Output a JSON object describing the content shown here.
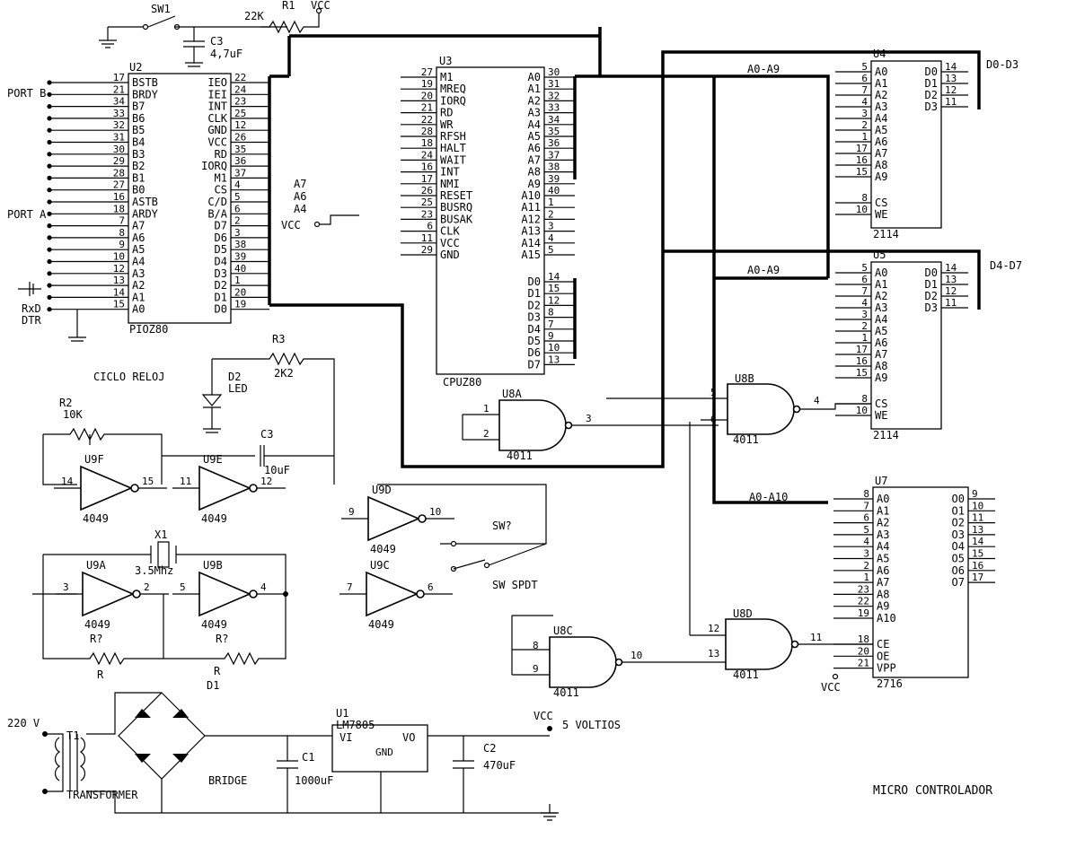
{
  "title": "MICRO CONTROLADOR",
  "switch_top": {
    "label": "SW1"
  },
  "r1": {
    "label": "R1",
    "value": "22K",
    "rail": "VCC"
  },
  "c3_top": {
    "label": "C3",
    "value": "4,7uF"
  },
  "pio": {
    "name": "U2",
    "part": "PIOZ80",
    "left_pins": [
      {
        "num": "17",
        "name": "BSTB"
      },
      {
        "num": "21",
        "name": "BRDY"
      },
      {
        "num": "34",
        "name": "B7"
      },
      {
        "num": "33",
        "name": "B6"
      },
      {
        "num": "32",
        "name": "B5"
      },
      {
        "num": "31",
        "name": "B4"
      },
      {
        "num": "30",
        "name": "B3"
      },
      {
        "num": "29",
        "name": "B2"
      },
      {
        "num": "28",
        "name": "B1"
      },
      {
        "num": "27",
        "name": "B0"
      },
      {
        "num": "16",
        "name": "ASTB"
      },
      {
        "num": "18",
        "name": "ARDY"
      },
      {
        "num": "7",
        "name": "A7"
      },
      {
        "num": "8",
        "name": "A6"
      },
      {
        "num": "9",
        "name": "A5"
      },
      {
        "num": "10",
        "name": "A4"
      },
      {
        "num": "12",
        "name": "A3"
      },
      {
        "num": "13",
        "name": "A2"
      },
      {
        "num": "14",
        "name": "A1"
      },
      {
        "num": "15",
        "name": "A0"
      }
    ],
    "right_pins": [
      {
        "num": "22",
        "name": "IEO"
      },
      {
        "num": "24",
        "name": "IEI"
      },
      {
        "num": "23",
        "name": "INT"
      },
      {
        "num": "25",
        "name": "CLK"
      },
      {
        "num": "12",
        "name": "GND"
      },
      {
        "num": "26",
        "name": "VCC"
      },
      {
        "num": "35",
        "name": "RD"
      },
      {
        "num": "36",
        "name": "IORQ"
      },
      {
        "num": "37",
        "name": "M1"
      },
      {
        "num": "4",
        "name": "CS"
      },
      {
        "num": "5",
        "name": "C/D"
      },
      {
        "num": "6",
        "name": "B/A"
      },
      {
        "num": "2",
        "name": "D7"
      },
      {
        "num": "3",
        "name": "D6"
      },
      {
        "num": "38",
        "name": "D5"
      },
      {
        "num": "39",
        "name": "D4"
      },
      {
        "num": "40",
        "name": "D3"
      },
      {
        "num": "1",
        "name": "D2"
      },
      {
        "num": "20",
        "name": "D1"
      },
      {
        "num": "19",
        "name": "D0"
      }
    ]
  },
  "port_labels": {
    "b": "PORT B",
    "a": "PORT A",
    "rxd": "RxD",
    "dtr": "DTR"
  },
  "addr_taps": {
    "a7": "A7",
    "a6": "A6",
    "a4": "A4",
    "vcc": "VCC"
  },
  "cpu": {
    "name": "U3",
    "part": "CPUZ80",
    "left_pins": [
      {
        "num": "27",
        "name": "M1"
      },
      {
        "num": "19",
        "name": "MREQ"
      },
      {
        "num": "20",
        "name": "IORQ"
      },
      {
        "num": "21",
        "name": "RD"
      },
      {
        "num": "22",
        "name": "WR"
      },
      {
        "num": "28",
        "name": "RFSH"
      },
      {
        "num": "18",
        "name": "HALT"
      },
      {
        "num": "24",
        "name": "WAIT"
      },
      {
        "num": "16",
        "name": "INT"
      },
      {
        "num": "17",
        "name": "NMI"
      },
      {
        "num": "26",
        "name": "RESET"
      },
      {
        "num": "25",
        "name": "BUSRQ"
      },
      {
        "num": "23",
        "name": "BUSAK"
      },
      {
        "num": "6",
        "name": "CLK"
      },
      {
        "num": "11",
        "name": "VCC"
      },
      {
        "num": "29",
        "name": "GND"
      }
    ],
    "addr_pins": [
      {
        "num": "30",
        "name": "A0"
      },
      {
        "num": "31",
        "name": "A1"
      },
      {
        "num": "32",
        "name": "A2"
      },
      {
        "num": "33",
        "name": "A3"
      },
      {
        "num": "34",
        "name": "A4"
      },
      {
        "num": "35",
        "name": "A5"
      },
      {
        "num": "36",
        "name": "A6"
      },
      {
        "num": "37",
        "name": "A7"
      },
      {
        "num": "38",
        "name": "A8"
      },
      {
        "num": "39",
        "name": "A9"
      },
      {
        "num": "40",
        "name": "A10"
      },
      {
        "num": "1",
        "name": "A11"
      },
      {
        "num": "2",
        "name": "A12"
      },
      {
        "num": "3",
        "name": "A13"
      },
      {
        "num": "4",
        "name": "A14"
      },
      {
        "num": "5",
        "name": "A15"
      }
    ],
    "data_pins": [
      {
        "num": "14",
        "name": "D0"
      },
      {
        "num": "15",
        "name": "D1"
      },
      {
        "num": "12",
        "name": "D2"
      },
      {
        "num": "8",
        "name": "D3"
      },
      {
        "num": "7",
        "name": "D4"
      },
      {
        "num": "9",
        "name": "D5"
      },
      {
        "num": "10",
        "name": "D6"
      },
      {
        "num": "13",
        "name": "D7"
      }
    ]
  },
  "ram1": {
    "name": "U4",
    "part": "2114",
    "bus_label": "A0-A9",
    "data_label": "D0-D3",
    "addr": [
      {
        "num": "5",
        "name": "A0"
      },
      {
        "num": "6",
        "name": "A1"
      },
      {
        "num": "7",
        "name": "A2"
      },
      {
        "num": "4",
        "name": "A3"
      },
      {
        "num": "3",
        "name": "A4"
      },
      {
        "num": "2",
        "name": "A5"
      },
      {
        "num": "1",
        "name": "A6"
      },
      {
        "num": "17",
        "name": "A7"
      },
      {
        "num": "16",
        "name": "A8"
      },
      {
        "num": "15",
        "name": "A9"
      }
    ],
    "ctrl": [
      {
        "num": "8",
        "name": "CS"
      },
      {
        "num": "10",
        "name": "WE"
      }
    ],
    "data": [
      {
        "num": "14",
        "name": "D0"
      },
      {
        "num": "13",
        "name": "D1"
      },
      {
        "num": "12",
        "name": "D2"
      },
      {
        "num": "11",
        "name": "D3"
      }
    ]
  },
  "ram2": {
    "name": "U5",
    "part": "2114",
    "bus_label": "A0-A9",
    "data_label": "D4-D7",
    "addr": [
      {
        "num": "5",
        "name": "A0"
      },
      {
        "num": "6",
        "name": "A1"
      },
      {
        "num": "7",
        "name": "A2"
      },
      {
        "num": "4",
        "name": "A3"
      },
      {
        "num": "3",
        "name": "A4"
      },
      {
        "num": "2",
        "name": "A5"
      },
      {
        "num": "1",
        "name": "A6"
      },
      {
        "num": "17",
        "name": "A7"
      },
      {
        "num": "16",
        "name": "A8"
      },
      {
        "num": "15",
        "name": "A9"
      }
    ],
    "ctrl": [
      {
        "num": "8",
        "name": "CS"
      },
      {
        "num": "10",
        "name": "WE"
      }
    ],
    "data": [
      {
        "num": "14",
        "name": "D0"
      },
      {
        "num": "13",
        "name": "D1"
      },
      {
        "num": "12",
        "name": "D2"
      },
      {
        "num": "11",
        "name": "D3"
      }
    ]
  },
  "eprom": {
    "name": "U7",
    "part": "2716",
    "bus_label": "A0-A10",
    "addr": [
      {
        "num": "8",
        "name": "A0"
      },
      {
        "num": "7",
        "name": "A1"
      },
      {
        "num": "6",
        "name": "A2"
      },
      {
        "num": "5",
        "name": "A3"
      },
      {
        "num": "4",
        "name": "A4"
      },
      {
        "num": "3",
        "name": "A5"
      },
      {
        "num": "2",
        "name": "A6"
      },
      {
        "num": "1",
        "name": "A7"
      },
      {
        "num": "23",
        "name": "A8"
      },
      {
        "num": "22",
        "name": "A9"
      },
      {
        "num": "19",
        "name": "A10"
      }
    ],
    "ctrl": [
      {
        "num": "18",
        "name": "CE"
      },
      {
        "num": "20",
        "name": "OE"
      },
      {
        "num": "21",
        "name": "VPP"
      }
    ],
    "data": [
      {
        "num": "9",
        "name": "O0"
      },
      {
        "num": "10",
        "name": "O1"
      },
      {
        "num": "11",
        "name": "O2"
      },
      {
        "num": "13",
        "name": "O3"
      },
      {
        "num": "14",
        "name": "O4"
      },
      {
        "num": "15",
        "name": "O5"
      },
      {
        "num": "16",
        "name": "O6"
      },
      {
        "num": "17",
        "name": "O7"
      }
    ],
    "vcc": "VCC"
  },
  "gates": {
    "u8a": {
      "name": "U8A",
      "part": "4011",
      "in1": "1",
      "in2": "2",
      "out": "3"
    },
    "u8b": {
      "name": "U8B",
      "part": "4011",
      "in1": "5",
      "in2": "6",
      "out": "4"
    },
    "u8c": {
      "name": "U8C",
      "part": "4011",
      "in1": "8",
      "in2": "9",
      "out": "10"
    },
    "u8d": {
      "name": "U8D",
      "part": "4011",
      "in1": "12",
      "in2": "13",
      "out": "11"
    },
    "u9f": {
      "name": "U9F",
      "part": "4049",
      "in": "14",
      "out": "15"
    },
    "u9e": {
      "name": "U9E",
      "part": "4049",
      "in": "11",
      "out": "12"
    },
    "u9d": {
      "name": "U9D",
      "part": "4049",
      "in": "9",
      "out": "10"
    },
    "u9a": {
      "name": "U9A",
      "part": "4049",
      "in": "3",
      "out": "2"
    },
    "u9b": {
      "name": "U9B",
      "part": "4049",
      "in": "5",
      "out": "4"
    },
    "u9c": {
      "name": "U9C",
      "part": "4049",
      "in": "7",
      "out": "6"
    }
  },
  "clock": {
    "ciclo": "CICLO RELOJ",
    "d2": "D2",
    "led": "LED",
    "r3": "R3",
    "r3_value": "2K2",
    "r2": "R2",
    "r2_value": "10K",
    "c3": "C3",
    "c3_value": "10uF",
    "sw_q": "SW?",
    "sw_spdt": "SW SPDT",
    "x1": "X1",
    "x1_value": "3.5Mhz",
    "rq1": "R?",
    "rq2": "R?",
    "r_a": "R",
    "r_b": "R",
    "d1": "D1"
  },
  "power": {
    "input": "220 V",
    "t1": "T1",
    "transformer": "TRANSFORMER",
    "bridge": "BRIDGE",
    "u1": "U1",
    "reg": "LM7805",
    "vi": "VI",
    "vo": "VO",
    "gnd": "GND",
    "c1": "C1",
    "c1_value": "1000uF",
    "c2": "C2",
    "c2_value": "470uF",
    "vcc": "VCC",
    "volts": "5 VOLTIOS"
  }
}
